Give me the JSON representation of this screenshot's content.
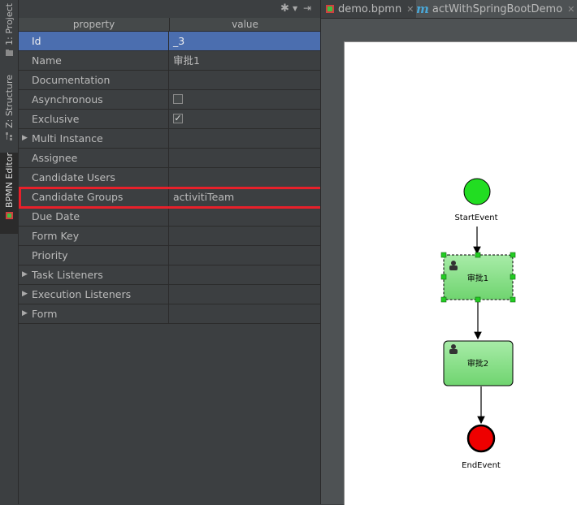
{
  "tool_strip": {
    "project_label": "1: Project",
    "structure_label": "Z: Structure",
    "bpmn_label": "BPMN Editor"
  },
  "properties": {
    "header": {
      "property": "property",
      "value": "value"
    },
    "rows": [
      {
        "key": "Id",
        "value": "_3",
        "selected": true
      },
      {
        "key": "Name",
        "value": "审批1"
      },
      {
        "key": "Documentation",
        "value": ""
      },
      {
        "key": "Asynchronous",
        "value": "",
        "checkbox": false
      },
      {
        "key": "Exclusive",
        "value": "",
        "checkbox": true
      },
      {
        "key": "Multi Instance",
        "value": "",
        "expandable": true
      },
      {
        "key": "Assignee",
        "value": ""
      },
      {
        "key": "Candidate Users",
        "value": ""
      },
      {
        "key": "Candidate Groups",
        "value": "activitiTeam",
        "highlighted": true
      },
      {
        "key": "Due Date",
        "value": ""
      },
      {
        "key": "Form Key",
        "value": ""
      },
      {
        "key": "Priority",
        "value": ""
      },
      {
        "key": "Task Listeners",
        "value": "",
        "expandable": true
      },
      {
        "key": "Execution Listeners",
        "value": "",
        "expandable": true
      },
      {
        "key": "Form",
        "value": "",
        "expandable": true
      }
    ]
  },
  "editor": {
    "tabs": [
      {
        "label": "demo.bpmn",
        "icon": "bpmn-file-icon"
      },
      {
        "label": "actWithSpringBootDemo",
        "icon": "module-m-icon",
        "active": true
      }
    ]
  },
  "diagram": {
    "start_event": "StartEvent",
    "task1": "审批1",
    "task2": "审批2",
    "end_event": "EndEvent",
    "colors": {
      "start": "#22dd22",
      "end": "#ee0000",
      "task_fill": "#88dd88",
      "highlight": "#e8202a"
    }
  }
}
